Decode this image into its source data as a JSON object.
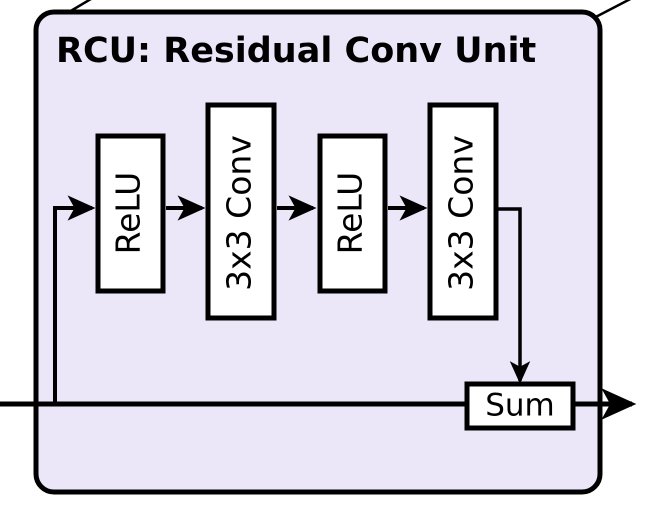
{
  "diagram": {
    "type": "block-flow-diagram",
    "title": "RCU: Residual Conv Unit",
    "panel": {
      "fill_color": "#ebe7f9",
      "stroke_color": "#000000",
      "corner_radius": 18
    },
    "blocks": [
      {
        "id": "relu-1",
        "label": "ReLU",
        "orientation": "vertical-text",
        "kind": "activation"
      },
      {
        "id": "conv-1",
        "label": "3x3 Conv",
        "orientation": "vertical-text",
        "kind": "convolution"
      },
      {
        "id": "relu-2",
        "label": "ReLU",
        "orientation": "vertical-text",
        "kind": "activation"
      },
      {
        "id": "conv-2",
        "label": "3x3 Conv",
        "orientation": "vertical-text",
        "kind": "convolution"
      },
      {
        "id": "sum",
        "label": "Sum",
        "orientation": "horizontal-text",
        "kind": "adder"
      }
    ],
    "connections": [
      {
        "from": "input",
        "to": "relu-1",
        "style": "branch-up-arrow"
      },
      {
        "from": "relu-1",
        "to": "conv-1",
        "style": "arrow"
      },
      {
        "from": "conv-1",
        "to": "relu-2",
        "style": "arrow"
      },
      {
        "from": "relu-2",
        "to": "conv-2",
        "style": "arrow"
      },
      {
        "from": "conv-2",
        "to": "sum",
        "style": "elbow-down-arrow"
      },
      {
        "from": "input",
        "to": "sum",
        "style": "skip-connection-line"
      },
      {
        "from": "sum",
        "to": "output",
        "style": "arrow"
      }
    ],
    "callout_lines": 2
  }
}
